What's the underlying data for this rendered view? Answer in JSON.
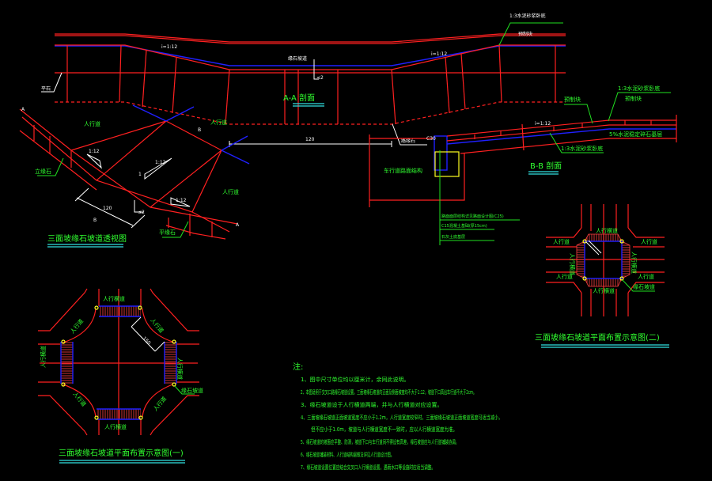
{
  "colors": {
    "background": "#000000",
    "line": "#ff2020",
    "layer_blue": "#2020ff",
    "text": "#30ff30",
    "underline": "#30e0e0"
  },
  "section_aa": {
    "title": "A-A 剖面",
    "label_top_right_1": "1:3水泥砂浆卧底",
    "label_top_right_2": "预制块",
    "slope_left": "i=1:12",
    "slope_right": "i=1:12",
    "center_label": "缘石坡道",
    "step": "≤2",
    "width_dim": "120",
    "left_label": "平石",
    "curb_label": "路缘石"
  },
  "perspective": {
    "title": "三面坡缘石坡道透视图",
    "sidewalk_1": "人行道",
    "sidewalk_2": "人行道",
    "sidewalk_3": "人行道",
    "curb_upright": "立缘石",
    "curb_flat": "平缘石",
    "slope_1": "1:12",
    "slope_2": "1:12",
    "slope_3": "1:12",
    "one": "1",
    "width_dim": "120",
    "step": "≤2",
    "mark_a": "A",
    "mark_a2": "A",
    "mark_b": "B",
    "mark_b2": "B"
  },
  "section_bb": {
    "title": "B-B 剖面",
    "label_precast": "预制块",
    "label_mortar_top": "1:3水泥砂浆卧底",
    "label_paving": "预制块",
    "slope": "i=1:12",
    "label_base": "5%水泥稳定碎石基层",
    "label_mortar": "1:3水泥砂浆卧底",
    "curb_top": "C30",
    "road_label": "车行道路面结构",
    "leader_1": "路面面层结构详见路面设计图(C25)",
    "leader_2": "C15混凝土基础(厚15cm)",
    "leader_3": "石灰土底基层"
  },
  "plan_1": {
    "title": "三面坡缘石坡道平面布置示意图(一)",
    "crosswalk_top": "人行横道",
    "crosswalk_bottom": "人行横道",
    "crosswalk_left": "人行横道",
    "crosswalk_right": "人行横道",
    "sidewalk_nw": "人行道",
    "sidewalk_ne": "人行道",
    "sidewalk_sw": "人行道",
    "sidewalk_se": "人行道",
    "ramp_label": "缘石坡道",
    "dim": "150"
  },
  "plan_2": {
    "title": "三面坡缘石坡道平面布置示意图(二)",
    "crosswalk_top": "人行横道",
    "crosswalk_bottom": "人行横道",
    "crosswalk_left": "人行横道",
    "crosswalk_right": "人行横道",
    "sidewalk_1": "人行道",
    "sidewalk_2": "人行道",
    "sidewalk_3": "人行道",
    "sidewalk_4": "人行道",
    "ramp_label": "缘石坡道"
  },
  "notes": {
    "heading": "注:",
    "items": [
      "1、图中尺寸单位均以厘米计，余同此说明。",
      "2、本图适用于交叉口路缘石坡道设置，三面坡缘石坡道的正面及侧面坡度均不大于1:12，坡道下口高出车行道不大于2cm。",
      "3、缘石坡道设于人行横道两端，并与人行横道对应设置。",
      "4、三面坡缘石坡道正面坡道宽度不应小于1.2m，人行道宽度较窄时，三面坡缘石坡道正面坡道宽度可适当减小，",
      "但不应小于1.0m，坡道与人行横道宽度不一致时，应以人行横道宽度为准。",
      "5、缘石坡道的坡面应平整、防滑，坡道下口与车行道间不得设有高差，缘石坡道应与人行道铺装协调。",
      "6、缘石坡道铺装材料、人行道结构层做法详见人行道设计图。",
      "7、缘石坡道设置位置应结合交叉口人行横道设置，遇雨水口等设施时应适当调整。"
    ]
  }
}
